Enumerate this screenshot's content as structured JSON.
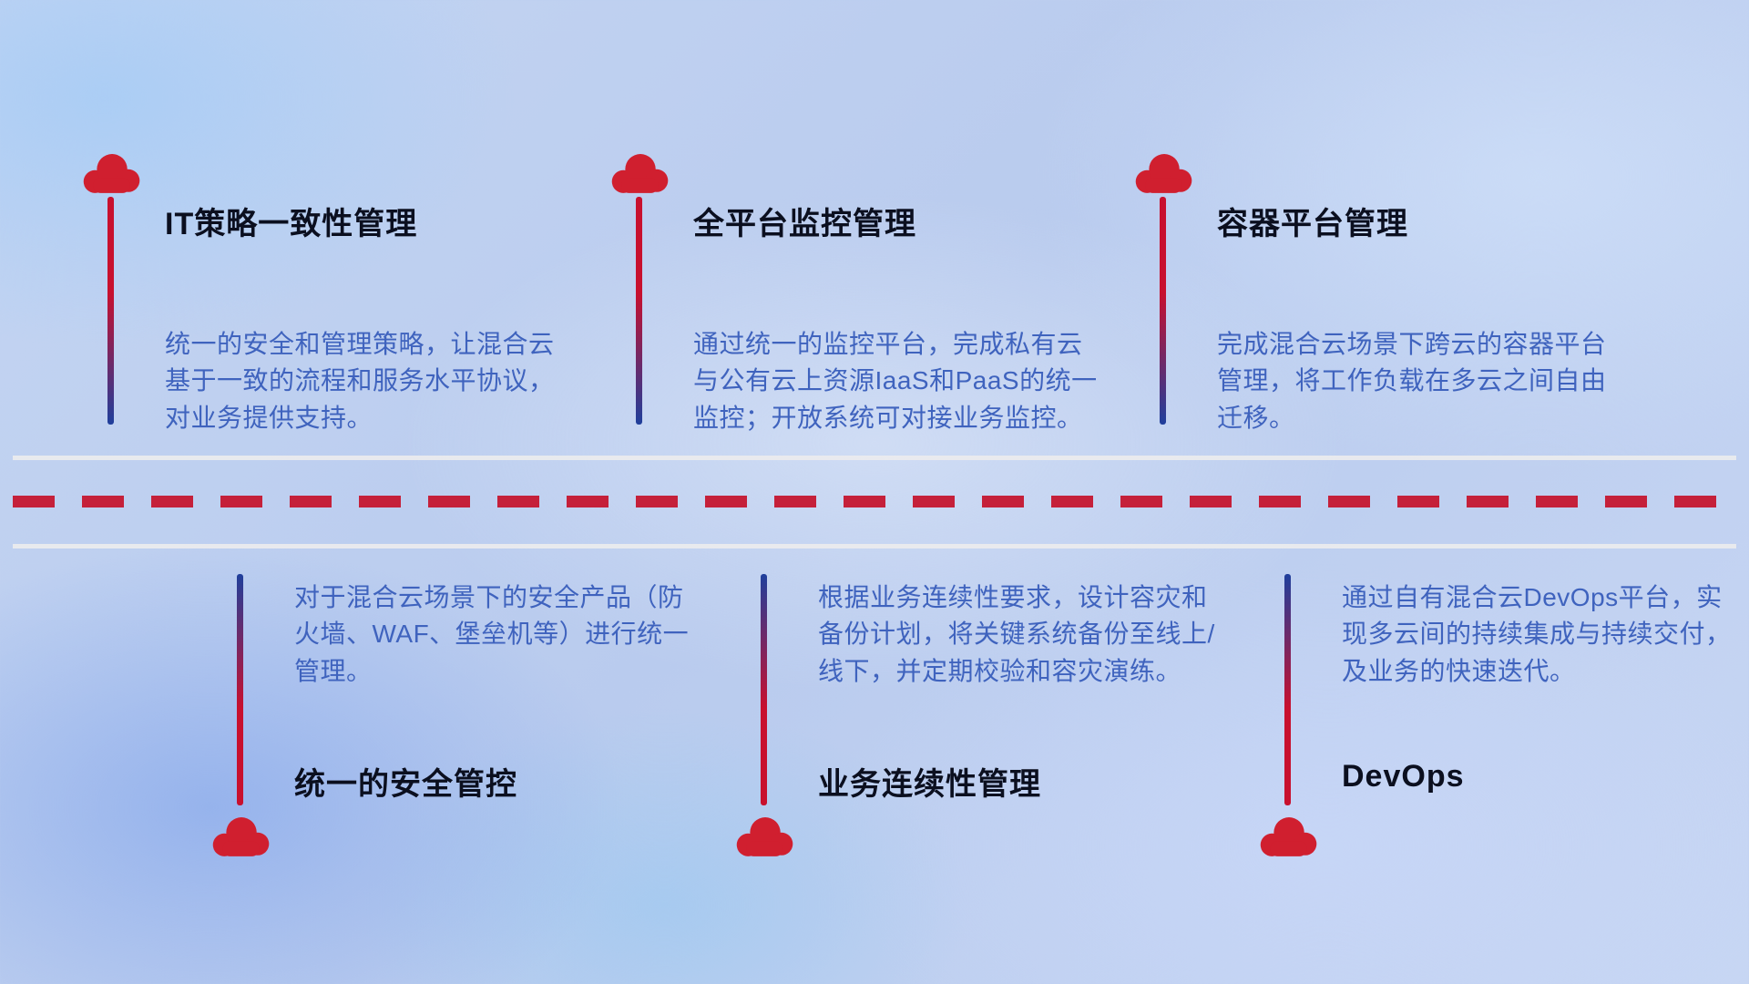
{
  "colors": {
    "cloud-red": "#d01f2f",
    "line-red": "#c8102e",
    "line-blue": "#1f3f9c",
    "title-color": "#0b0f1f",
    "desc-color": "#3f63be",
    "dash-red": "#c5203a",
    "rail-white": "#ececee"
  },
  "top_items": [
    {
      "title": "IT策略一致性管理",
      "desc": "统一的安全和管理策略，让混合云基于一致的流程和服务水平协议，对业务提供支持。"
    },
    {
      "title": "全平台监控管理",
      "desc": "通过统一的监控平台，完成私有云与公有云上资源IaaS和PaaS的统一监控；开放系统可对接业务监控。"
    },
    {
      "title": "容器平台管理",
      "desc": "完成混合云场景下跨云的容器平台管理，将工作负载在多云之间自由迁移。"
    }
  ],
  "bottom_items": [
    {
      "title": "统一的安全管控",
      "desc": "对于混合云场景下的安全产品（防火墙、WAF、堡垒机等）进行统一管理。"
    },
    {
      "title": "业务连续性管理",
      "desc": "根据业务连续性要求，设计容灾和备份计划，将关键系统备份至线上/线下，并定期校验和容灾演练。"
    },
    {
      "title": "DevOps",
      "desc": "通过自有混合云DevOps平台，实现多云间的持续集成与持续交付，及业务的快速迭代。"
    }
  ]
}
